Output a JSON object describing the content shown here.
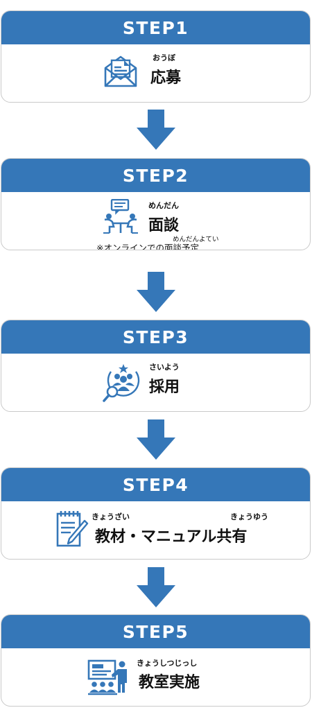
{
  "colors": {
    "accent": "#3577b8",
    "card_border": "#c9c9c9",
    "text": "#111111"
  },
  "steps": [
    {
      "header": "STEP1",
      "icon": "envelope-document-icon",
      "ruby": "おうぼ",
      "label": "応募"
    },
    {
      "header": "STEP2",
      "icon": "meeting-icon",
      "ruby": "めんだん",
      "label": "面談",
      "note_ruby": "めんだんよてい",
      "note": "※オンラインでの面談予定"
    },
    {
      "header": "STEP3",
      "icon": "recruit-search-icon",
      "ruby": "さいよう",
      "label": "採用"
    },
    {
      "header": "STEP4",
      "icon": "notepad-pencil-icon",
      "ruby": "きょうざい",
      "ruby2": "きょうゆう",
      "label": "教材・マニュアル共有"
    },
    {
      "header": "STEP5",
      "icon": "classroom-presentation-icon",
      "ruby": "きょうしつじっし",
      "label": "教室実施"
    }
  ],
  "arrows": [
    "arrow-down-icon",
    "arrow-down-icon",
    "arrow-down-icon",
    "arrow-down-icon"
  ]
}
